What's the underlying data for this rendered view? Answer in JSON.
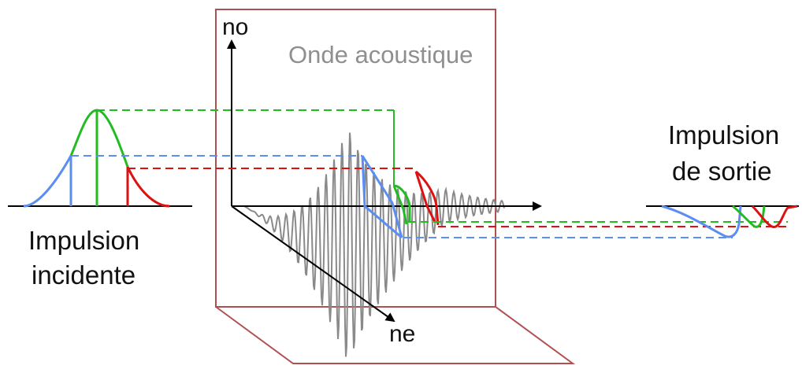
{
  "title": "Onde acoustique",
  "axes": {
    "vertical": "no",
    "depth": "ne"
  },
  "input_pulse": {
    "line1": "Impulsion",
    "line2": "incidente"
  },
  "output_pulse": {
    "line1": "Impulsion",
    "line2": "de sortie"
  },
  "colors": {
    "blue": "#5b8ef0",
    "green": "#22bb22",
    "red": "#dd1111",
    "frame": "#b05050",
    "wave": "#8a8a8a",
    "axis": "#000000"
  }
}
